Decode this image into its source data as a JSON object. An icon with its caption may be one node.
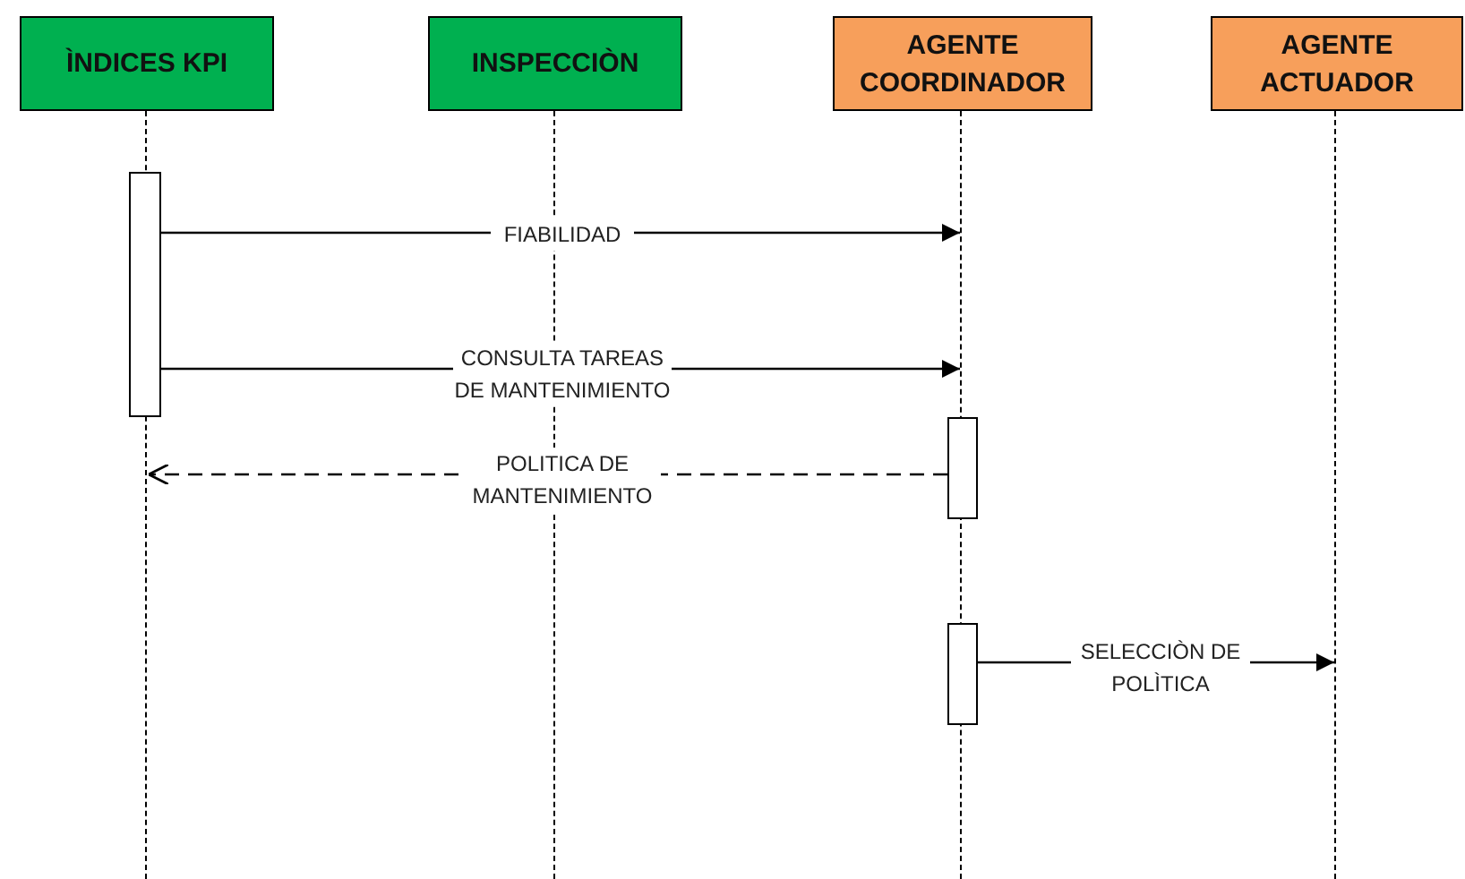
{
  "diagram": {
    "nodes": [
      {
        "text": [
          "ÌNDICES KPI"
        ]
      },
      {
        "text": [
          "INSPECCIÒN"
        ]
      },
      {
        "text": [
          "AGENTE COORDINADOR"
        ]
      },
      {
        "text": [
          "AGENTE ACTUADOR"
        ]
      },
      {
        "text": [],
        "shape": "line"
      },
      {
        "text": [],
        "shape": "line"
      },
      {
        "text": [],
        "shape": "line"
      },
      {
        "text": [],
        "shape": "line"
      },
      {
        "text": [],
        "shape": "bar"
      },
      {
        "text": [],
        "shape": "bar"
      },
      {
        "text": [],
        "shape": "bar"
      }
    ],
    "edges": [
      {
        "from": 8,
        "to": 6,
        "arrow": "to",
        "label": "FIABILIDAD"
      },
      {
        "from": 8,
        "to": 6,
        "arrow": "to",
        "label": "CONSULTA TAREAS DE MANTENIMIENTO"
      },
      {
        "from": 9,
        "to": 4,
        "arrow": "to",
        "label": "POLITICA DE MANTENIMIENTO",
        "style": "dashed"
      },
      {
        "from": 10,
        "to": 7,
        "arrow": "to",
        "label": "SELECCIÒN DE POLÌTICA"
      }
    ]
  }
}
